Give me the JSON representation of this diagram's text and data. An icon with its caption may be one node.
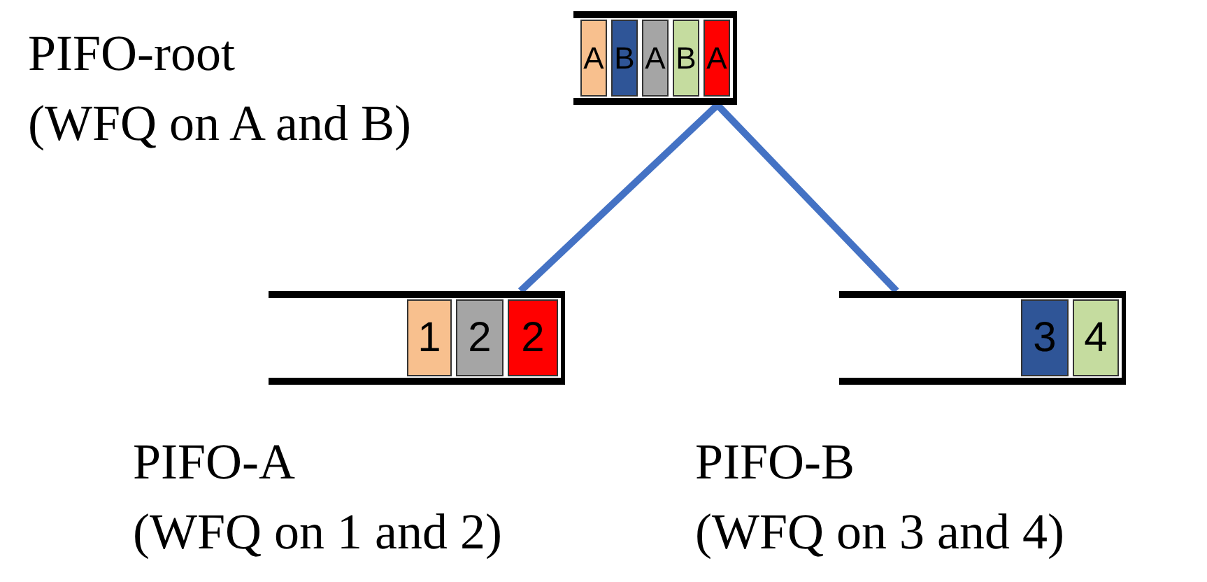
{
  "diagram": {
    "nodes": [
      {
        "text": [],
        "shape": "box",
        "beside": [
          "PIFO-root",
          "(WFQ on A and B)"
        ]
      },
      {
        "text": [
          "A"
        ],
        "in": 0
      },
      {
        "text": [
          "B"
        ],
        "in": 0
      },
      {
        "text": [
          "A"
        ],
        "in": 0
      },
      {
        "text": [
          "B"
        ],
        "in": 0
      },
      {
        "text": [
          "A"
        ],
        "in": 0
      },
      {
        "text": [],
        "shape": "box",
        "beside": [
          "PIFO-A",
          "(WFQ on 1 and 2)"
        ]
      },
      {
        "text": [
          "1"
        ],
        "in": 6
      },
      {
        "text": [
          "2"
        ],
        "in": 6
      },
      {
        "text": [
          "2"
        ],
        "in": 6
      },
      {
        "text": [],
        "shape": "box",
        "beside": [
          "PIFO-B",
          "(WFQ on 3 and 4)"
        ]
      },
      {
        "text": [
          "3"
        ],
        "in": 10
      },
      {
        "text": [
          "4"
        ],
        "in": 10
      }
    ],
    "edges": [
      {
        "from": 0,
        "to": 6,
        "arrow": "none"
      },
      {
        "from": 0,
        "to": 10,
        "arrow": "none"
      }
    ]
  }
}
